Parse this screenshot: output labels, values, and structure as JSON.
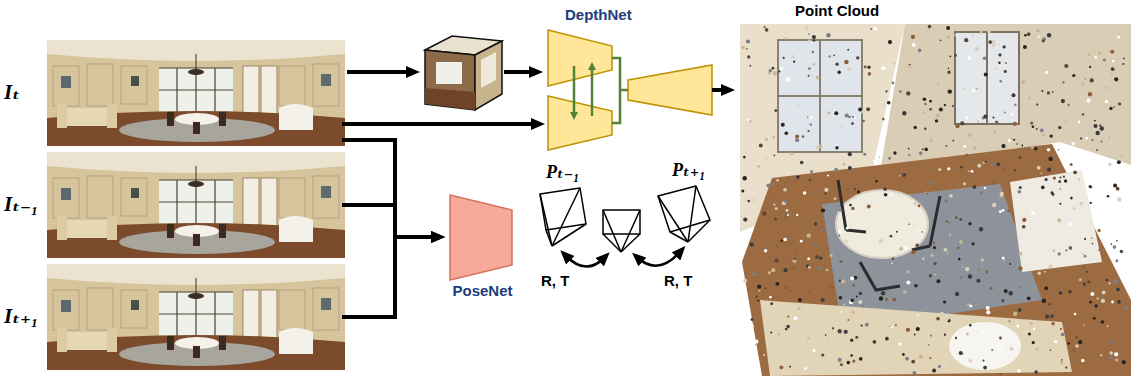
{
  "diagram": {
    "nodes": [
      {
        "text": [
          "Iₜ"
        ]
      },
      {
        "text": [
          "Iₜ₋₁"
        ]
      },
      {
        "text": [
          "Iₜ₊₁"
        ]
      },
      {
        "text": [
          "DepthNet"
        ]
      },
      {
        "text": [
          "PoseNet"
        ]
      },
      {
        "text": [
          "Pₜ₋₁"
        ]
      },
      {
        "text": [
          "Pₜ₊₁"
        ]
      },
      {
        "text": [
          "Point Cloud"
        ]
      }
    ],
    "edges": [
      {
        "from": 0,
        "to": 3,
        "arrow": "to"
      },
      {
        "from": 3,
        "to": 7,
        "arrow": "to"
      },
      {
        "from": 0,
        "to": 4,
        "arrow": "to"
      },
      {
        "from": 1,
        "to": 4,
        "arrow": "to"
      },
      {
        "from": 2,
        "to": 4,
        "arrow": "to"
      }
    ],
    "labels": [
      "R, T",
      "R, T"
    ]
  }
}
